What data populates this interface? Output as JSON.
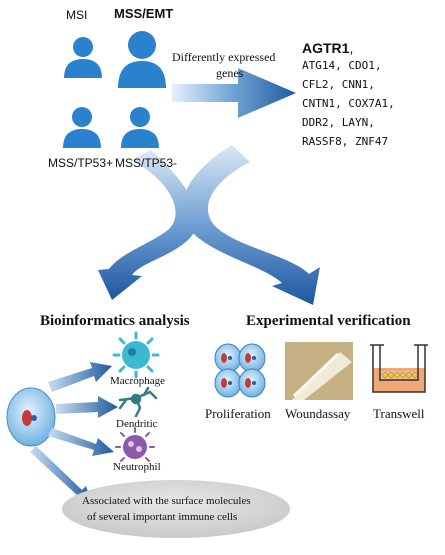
{
  "groups": {
    "msi": "MSI",
    "mss_emt": "MSS/EMT",
    "mss_tp53_pos": "MSS/TP53+",
    "mss_tp53_neg": "MSS/TP53-"
  },
  "arrow_caption": {
    "line1": "Differently expressed",
    "line2": "genes"
  },
  "genes": {
    "highlight": "AGTR1",
    "highlight_suffix": ",",
    "lines": [
      "ATG14, CDO1,",
      "CFL2, CNN1,",
      "CNTN1, COX7A1,",
      "DDR2, LAYN,",
      "RASSF8, ZNF47"
    ]
  },
  "bioinformatics": {
    "title": "Bioinformatics analysis",
    "cells": [
      "Macrophage",
      "Dendritic",
      "Neutrophil"
    ],
    "conclusion_line1": "Associated with the surface molecules",
    "conclusion_line2": "of several important immune cells"
  },
  "experimental": {
    "title": "Experimental verification",
    "assays": [
      "Proliferation",
      "Woundassay",
      "Transwell"
    ]
  },
  "colors": {
    "arrow_dark": "#1f5a9e",
    "arrow_light": "#d4e4f5",
    "person": "#2a82cf",
    "macrophage": "#3ab9d2",
    "dendritic": "#2f7d85",
    "neutrophil": "#8c5aa8",
    "ellipse": "#d2d2d2"
  }
}
